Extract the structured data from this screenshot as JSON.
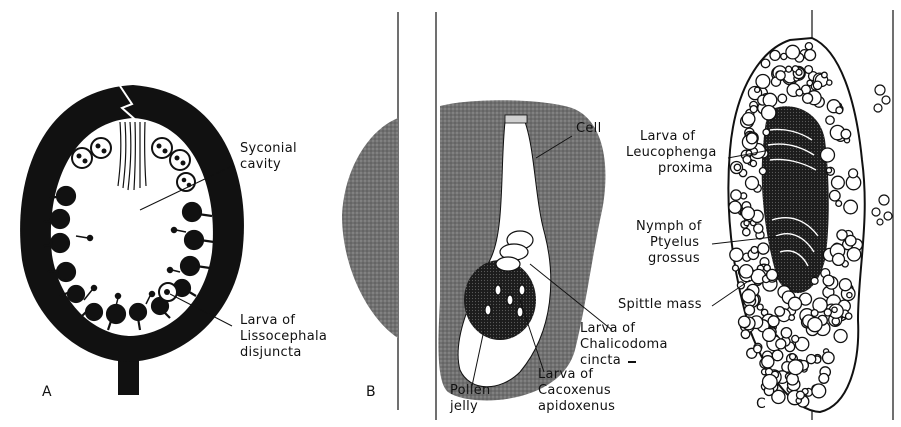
{
  "panels": {
    "a": {
      "letter": "A",
      "labels": {
        "syconial_1": "Syconial",
        "syconial_2": "cavity",
        "larva_1": "Larva of",
        "larva_2": "Lissocephala",
        "larva_3": "disjuncta"
      }
    },
    "b": {
      "letter": "B",
      "labels": {
        "cell": "Cell",
        "pollen_1": "Pollen",
        "pollen_2": "jelly",
        "cac_1": "Larva of",
        "cac_2": "Cacoxenus",
        "cac_3": "apidoxenus",
        "chal_1": "Larva of",
        "chal_2": "Chalicodoma",
        "chal_3": "cincta"
      }
    },
    "c": {
      "letter": "C",
      "labels": {
        "leuco_1": "Larva of",
        "leuco_2": "Leucophenga",
        "leuco_3": "proxima",
        "nymph_1": "Nymph of",
        "nymph_2": "Ptyelus",
        "nymph_3": "grossus",
        "spittle": "Spittle mass"
      }
    }
  },
  "colors": {
    "ink": "#111111",
    "stipple": "#6e6e6e",
    "paper": "#ffffff"
  }
}
